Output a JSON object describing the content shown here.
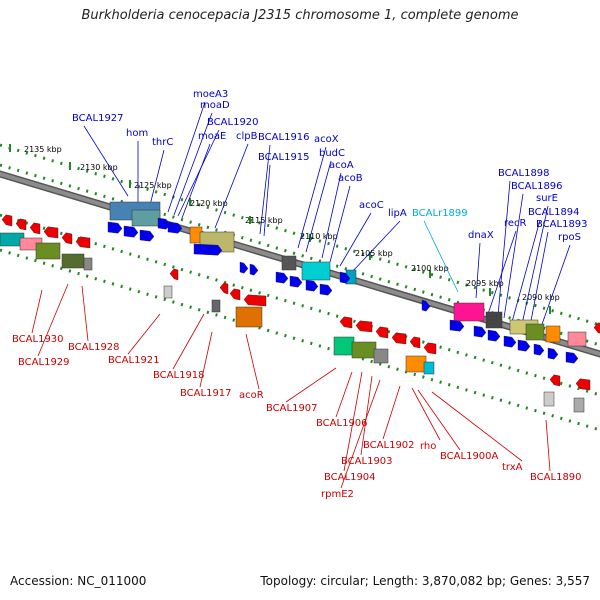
{
  "title": "Burkholderia cenocepacia J2315 chromosome 1, complete genome",
  "footer": {
    "accession": "Accession: NC_011000",
    "topology": "Topology: circular; Length: 3,870,082 bp; Genes: 3,557"
  },
  "ticks": [
    "2135 kbp",
    "2130 kbp",
    "2125 kbp",
    "2120 kbp",
    "2115 kbp",
    "2110 kbp",
    "2105 kbp",
    "2100 kbp",
    "2095 kbp",
    "2090 kbp"
  ],
  "top_labels": [
    {
      "text": "BCAL1927",
      "color": "#0000cc"
    },
    {
      "text": "hom",
      "color": "#0000cc"
    },
    {
      "text": "thrC",
      "color": "#0000cc"
    },
    {
      "text": "moeA3",
      "color": "#0000cc"
    },
    {
      "text": "moaD",
      "color": "#0000cc"
    },
    {
      "text": "BCAL1920",
      "color": "#0000cc"
    },
    {
      "text": "moaE",
      "color": "#0000cc"
    },
    {
      "text": "clpB",
      "color": "#0000cc"
    },
    {
      "text": "BCAL1916",
      "color": "#0000cc"
    },
    {
      "text": "BCAL1915",
      "color": "#0000cc"
    },
    {
      "text": "acoX",
      "color": "#0000cc"
    },
    {
      "text": "budC",
      "color": "#0000cc"
    },
    {
      "text": "acoA",
      "color": "#0000cc"
    },
    {
      "text": "acoB",
      "color": "#0000cc"
    },
    {
      "text": "acoC",
      "color": "#0000cc"
    },
    {
      "text": "lipA",
      "color": "#0000cc"
    },
    {
      "text": "BCALr1899",
      "color": "#00aadd"
    },
    {
      "text": "dnaX",
      "color": "#0000cc"
    },
    {
      "text": "BCAL1898",
      "color": "#0000cc"
    },
    {
      "text": "BCAL1896",
      "color": "#0000cc"
    },
    {
      "text": "recR",
      "color": "#0000cc"
    },
    {
      "text": "surE",
      "color": "#0000cc"
    },
    {
      "text": "BCAL1894",
      "color": "#0000cc"
    },
    {
      "text": "BCAL1893",
      "color": "#0000cc"
    },
    {
      "text": "rpoS",
      "color": "#0000cc"
    }
  ],
  "bottom_labels": [
    {
      "text": "BCAL1930",
      "color": "#cc0000"
    },
    {
      "text": "BCAL1929",
      "color": "#cc0000"
    },
    {
      "text": "BCAL1928",
      "color": "#cc0000"
    },
    {
      "text": "BCAL1921",
      "color": "#cc0000"
    },
    {
      "text": "BCAL1918",
      "color": "#cc0000"
    },
    {
      "text": "BCAL1917",
      "color": "#cc0000"
    },
    {
      "text": "acoR",
      "color": "#cc0000"
    },
    {
      "text": "BCAL1907",
      "color": "#cc0000"
    },
    {
      "text": "BCAL1906",
      "color": "#cc0000"
    },
    {
      "text": "BCAL1903",
      "color": "#cc0000"
    },
    {
      "text": "BCAL1904",
      "color": "#cc0000"
    },
    {
      "text": "rpmE2",
      "color": "#cc0000"
    },
    {
      "text": "BCAL1902",
      "color": "#cc0000"
    },
    {
      "text": "rho",
      "color": "#cc0000"
    },
    {
      "text": "BCAL1900A",
      "color": "#cc0000"
    },
    {
      "text": "trxA",
      "color": "#cc0000"
    },
    {
      "text": "BCAL1890",
      "color": "#cc0000"
    }
  ],
  "colors": {
    "forward_gene": "#0000ee",
    "reverse_gene": "#ee0000",
    "backbone": "#8c8c8c",
    "tick_mark": "#228822",
    "rna_label": "#00aadd"
  }
}
